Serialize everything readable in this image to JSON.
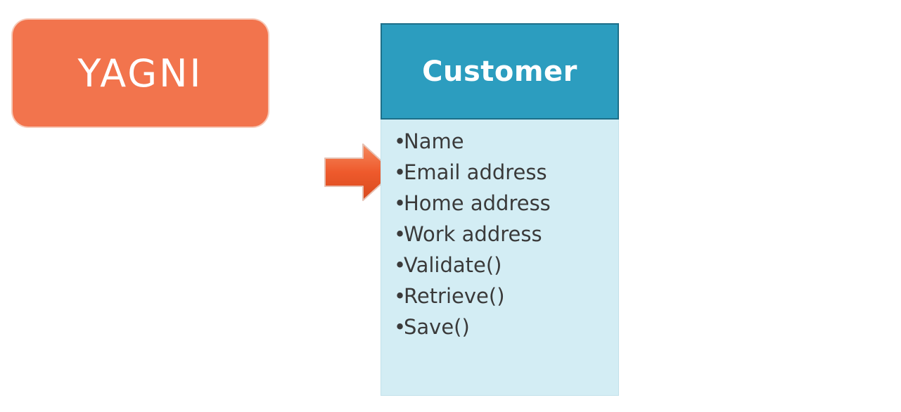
{
  "badge": {
    "label": "YAGNI",
    "color": "#f2744d"
  },
  "class_diagram": {
    "title": "Customer",
    "header_color": "#2c9dbf",
    "body_color": "#d3edf4",
    "bullet": "•",
    "members": [
      "Name",
      "Email address",
      "Home address",
      "Work address",
      "Validate()",
      "Retrieve()",
      "Save()"
    ],
    "highlighted_member": "Email address"
  },
  "pointer": {
    "icon": "arrow-right-icon",
    "color": "#ee5a2c"
  }
}
